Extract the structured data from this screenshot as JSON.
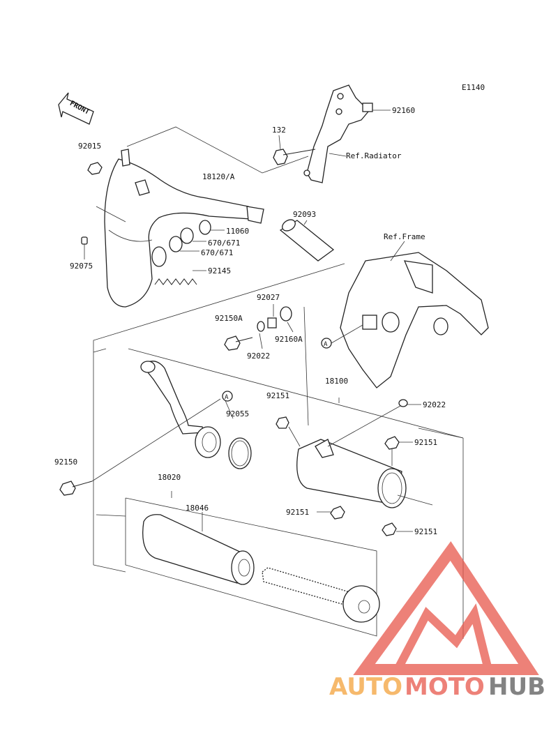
{
  "diagram": {
    "code": "E1140",
    "front_label": "FRONT",
    "callouts": {
      "p92015": "92015",
      "p18120A": "18120/A",
      "p11060": "11060",
      "p670a": "670/671",
      "p670b": "670/671",
      "p92075": "92075",
      "p92145": "92145",
      "p92093": "92093",
      "p132": "132",
      "p92160": "92160",
      "ref_radiator": "Ref.Radiator",
      "ref_frame": "Ref.Frame",
      "p92027": "92027",
      "p92150A": "92150A",
      "p92160A": "92160A",
      "p92022a": "92022",
      "p18100": "18100",
      "p92022b": "92022",
      "p92151a": "92151",
      "p92055": "92055",
      "p92151b": "92151",
      "p92150": "92150",
      "p18020": "18020",
      "p18046": "18046",
      "p92151c": "92151",
      "p92151d": "92151",
      "marker_a1": "A",
      "marker_a2": "A"
    }
  },
  "watermark": {
    "auto": "AUTO",
    "moto": "MOTO",
    "hub": "HUB",
    "colors": {
      "red": "#e8574b",
      "orange": "#f3a23c",
      "grey": "#5a5a5a"
    }
  }
}
